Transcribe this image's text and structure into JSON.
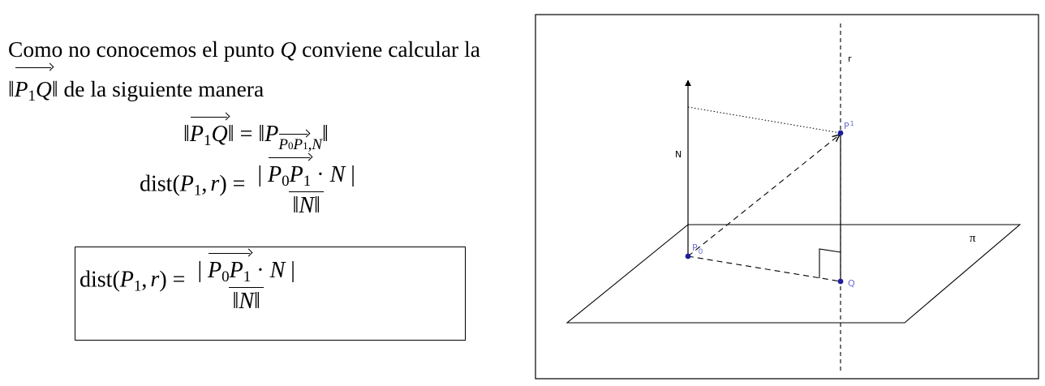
{
  "paragraph": {
    "w1": "Como no conocemos el punto",
    "q": "Q",
    "w2": "conviene calcular la",
    "norm_open": "‖",
    "p": "P",
    "one": "1",
    "q2": "Q",
    "norm_close": "‖",
    "w3": "de la siguiente manera"
  },
  "eq1": {
    "norm_open": "‖",
    "p": "P",
    "one": "1",
    "q": "Q",
    "norm_close": "‖",
    "equals": "=",
    "rhs_open": "‖P",
    "sub_p0": "P",
    "sub_zero": "0",
    "sub_p1": "P",
    "sub_one": "1",
    "sub_n": ",N",
    "rhs_close": "‖"
  },
  "eq2": {
    "dist": "dist",
    "args_open": "(",
    "p": "P",
    "one": "1",
    "comma": ",",
    "r": "r",
    "args_close": ")",
    "equals": "=",
    "abs_open": "|",
    "p0": "P",
    "zero": "0",
    "p1": "P",
    "one_b": "1",
    "dot": "·",
    "n": "N",
    "abs_close": "|",
    "den": "‖N‖"
  },
  "figure": {
    "label_r": "r",
    "label_n": "N",
    "label_p1": "P",
    "label_p1_sub": "1",
    "label_p0": "P",
    "label_p0_sub": "0",
    "label_q": "Q",
    "label_pi": "π",
    "accent_color": "#1e1e9e",
    "label_color": "#6b6bd6"
  }
}
